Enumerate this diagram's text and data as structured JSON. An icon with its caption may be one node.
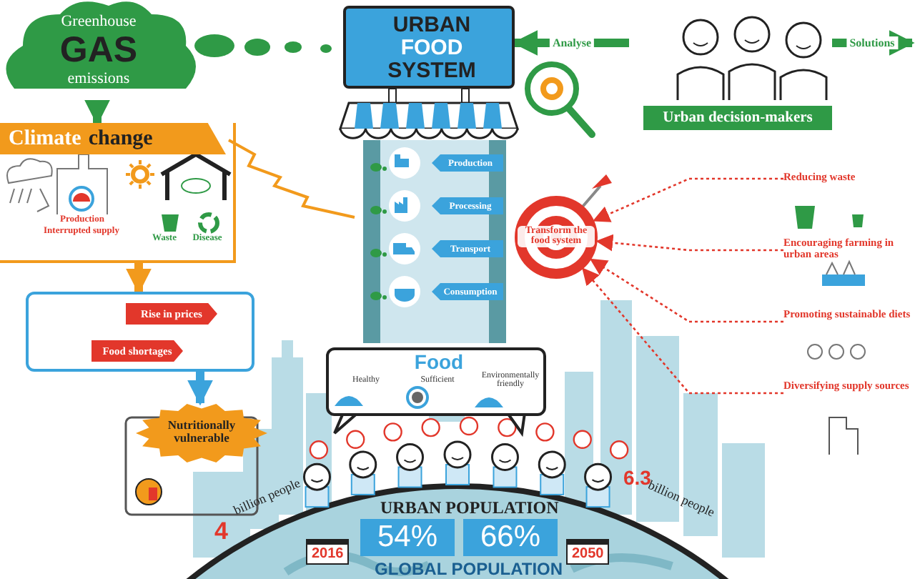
{
  "diagram": {
    "nodes": [
      {
        "text": [
          "Greenhouse",
          "GAS",
          "emissions"
        ]
      },
      {
        "text": [
          "Climate",
          "change",
          "Production",
          "Interrupted supply",
          "Waste",
          "Disease"
        ]
      },
      {
        "text": [],
        "shape": "box"
      },
      {
        "text": [
          "Rise in prices"
        ],
        "in": 2
      },
      {
        "text": [
          "Food shortages"
        ],
        "in": 2
      },
      {
        "text": [
          "Nutritionally vulnerable"
        ]
      },
      {
        "text": [
          "URBAN",
          "FOOD",
          "SYSTEM"
        ]
      },
      {
        "text": [],
        "shape": "box"
      },
      {
        "text": [
          "Production"
        ],
        "in": 7
      },
      {
        "text": [
          "Processing"
        ],
        "in": 7
      },
      {
        "text": [
          "Transport"
        ],
        "in": 7
      },
      {
        "text": [
          "Consumption"
        ],
        "in": 7
      },
      {
        "text": [
          "Food",
          "Healthy",
          "Sufficient",
          "Environmentally friendly"
        ]
      },
      {
        "text": [
          "Transform the food system"
        ]
      },
      {
        "text": [
          "Urban decision-makers"
        ]
      },
      {
        "text": [
          "Reducing waste"
        ]
      },
      {
        "text": [
          "Encouraging farming in urban areas"
        ]
      },
      {
        "text": [
          "Promoting sustainable diets"
        ]
      },
      {
        "text": [
          "Diversifying supply sources"
        ]
      }
    ],
    "edges": [
      {
        "from": 0,
        "to": 1,
        "arrow": "to",
        "color": "#2f9a46"
      },
      {
        "from": 1,
        "to": 2,
        "arrow": "to",
        "color": "#f29a1c"
      },
      {
        "from": 2,
        "to": 5,
        "arrow": "to",
        "color": "#3ba3dc"
      },
      {
        "from": 14,
        "to": 6,
        "label": "Analyse",
        "arrow": "to",
        "color": "#2f9a46"
      },
      {
        "from": 14,
        "to": null,
        "label": "Solutions",
        "arrow": "to",
        "color": "#2f9a46"
      },
      {
        "from": 15,
        "to": 13,
        "arrow": "to",
        "style": "dashed"
      },
      {
        "from": 16,
        "to": 13,
        "arrow": "to",
        "style": "dashed"
      },
      {
        "from": 17,
        "to": 13,
        "arrow": "to",
        "style": "dashed"
      },
      {
        "from": 18,
        "to": 13,
        "arrow": "to",
        "style": "dashed"
      }
    ],
    "labels": [
      "URBAN POPULATION",
      "4",
      "billion people",
      "2016",
      "54%",
      "66%",
      "6.3",
      "billion people",
      "2050",
      "GLOBAL POPULATION"
    ]
  }
}
